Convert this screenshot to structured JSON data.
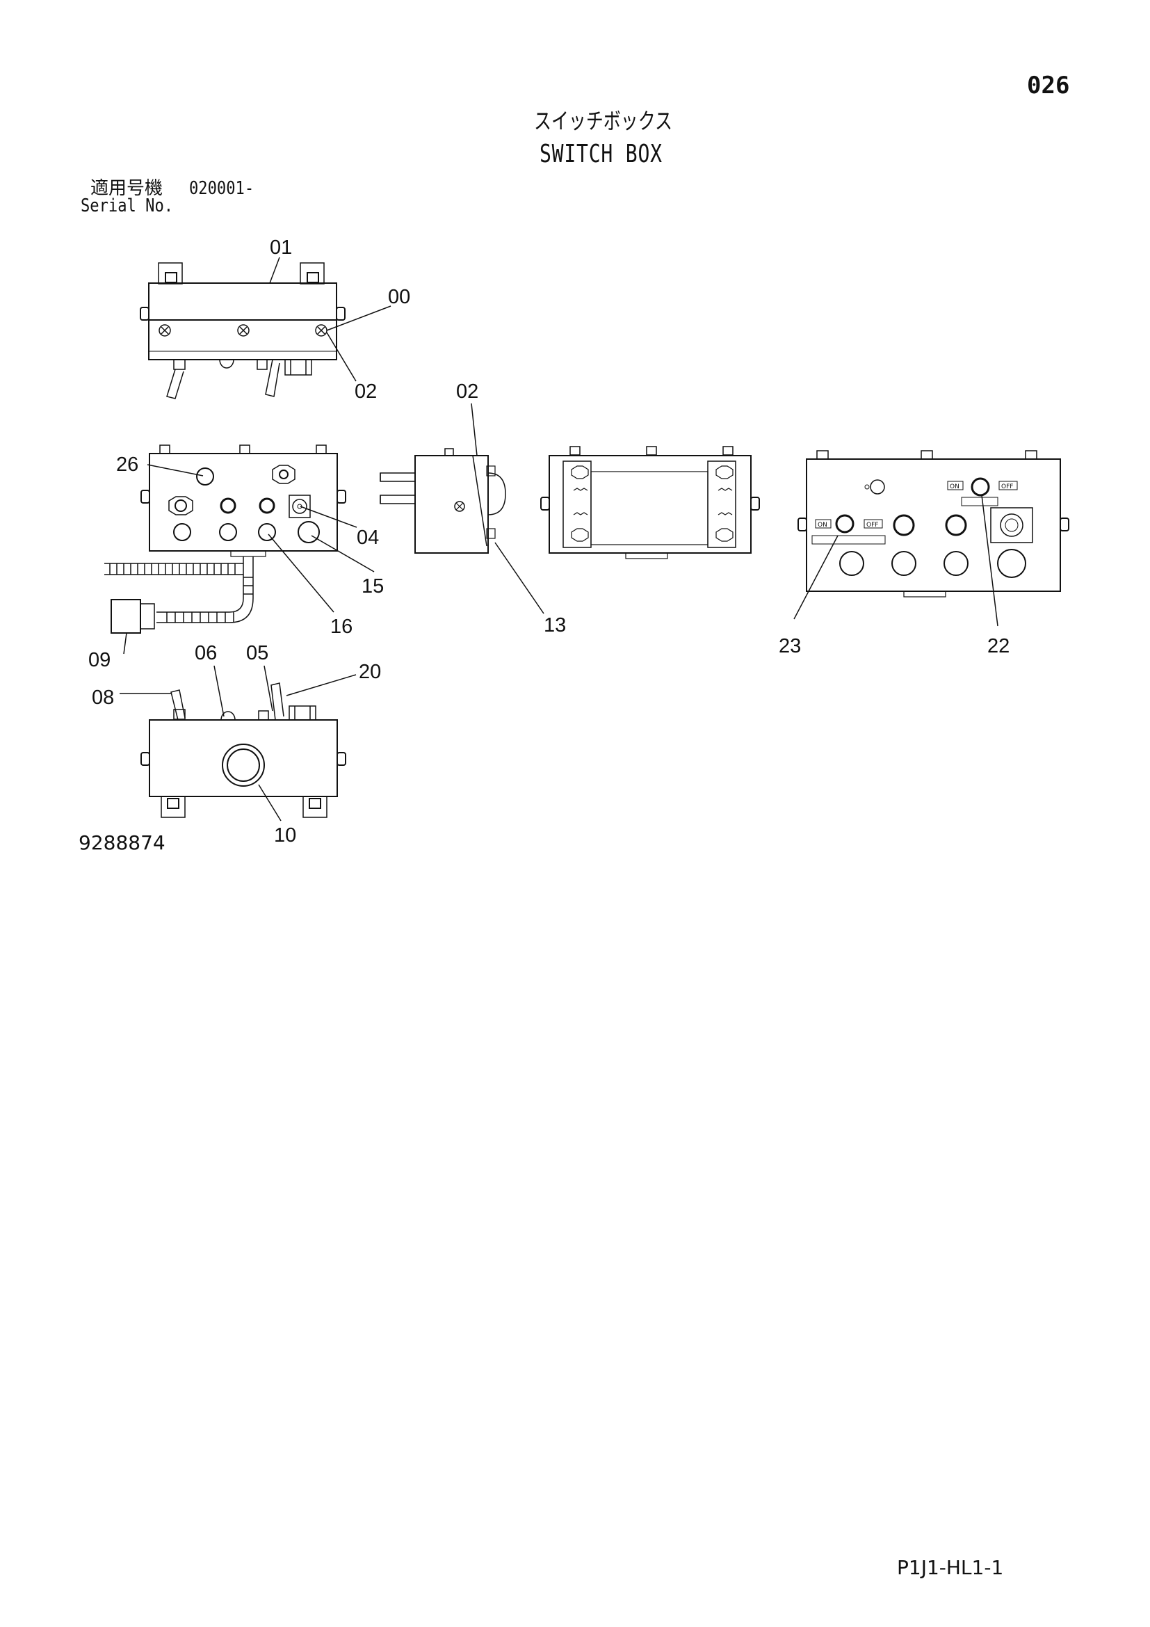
{
  "page_number": "026",
  "title_jp": "スイッチボックス",
  "title_en": "SWITCH BOX",
  "serial": {
    "label_jp": "適用号機",
    "value": "020001-",
    "label_en": "Serial No."
  },
  "callouts": [
    "01",
    "00",
    "02",
    "02",
    "26",
    "04",
    "15",
    "16",
    "13",
    "09",
    "23",
    "22",
    "06",
    "05",
    "20",
    "08",
    "10"
  ],
  "panel_labels": {
    "on": "ON",
    "off": "OFF"
  },
  "drawing_number": "9288874",
  "doc_code": "P1J1-HL1-1"
}
